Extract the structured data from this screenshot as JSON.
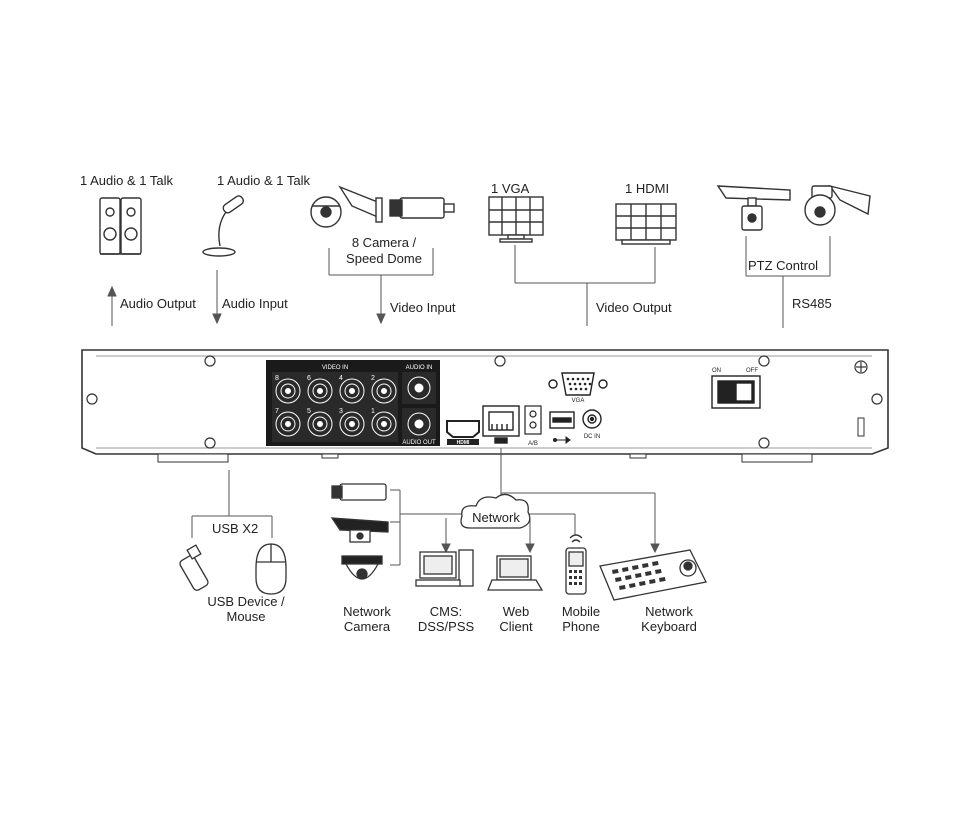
{
  "labels": {
    "audio_talk_1": "1 Audio  & 1 Talk",
    "audio_talk_2": "1 Audio & 1 Talk",
    "camera_line1": "8  Camera /",
    "camera_line2": "Speed Dome",
    "vga_top": "1 VGA",
    "hdmi_top": "1 HDMI",
    "ptz_control": "PTZ Control",
    "audio_output": "Audio  Output",
    "audio_input": "Audio  Input",
    "video_input": "Video Input",
    "video_output": "Video Output",
    "rs485": "RS485",
    "usb_x2": "USB X2",
    "usb_device_line1": "USB Device /",
    "usb_device_line2": "Mouse",
    "network": "Network",
    "network_camera_line1": "Network",
    "network_camera_line2": "Camera",
    "cms_line1": "CMS:",
    "cms_line2": "DSS/PSS",
    "web_client_line1": "Web",
    "web_client_line2": "Client",
    "mobile_phone_line1": "Mobile",
    "mobile_phone_line2": "Phone",
    "network_keyboard_line1": "Network",
    "network_keyboard_line2": "Keyboard"
  },
  "panel": {
    "video_in": "VIDEO IN",
    "audio_in": "AUDIO IN",
    "audio_out": "AUDIO OUT",
    "hdmi": "HDMI",
    "vga": "VGA",
    "ab": "A/B",
    "dc_in": "DC IN",
    "power_on": "ON",
    "power_off": "OFF",
    "bnc_top_numbers": [
      "8",
      "6",
      "4",
      "2"
    ],
    "bnc_bottom_numbers": [
      "7",
      "5",
      "3",
      "1"
    ]
  }
}
